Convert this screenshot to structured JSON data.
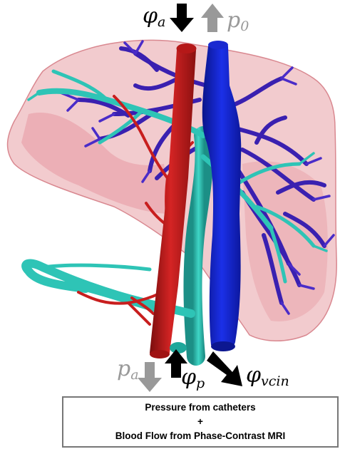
{
  "labels": {
    "phi_a": {
      "symbol": "φ",
      "sub": "a"
    },
    "p_0": {
      "symbol": "p",
      "sub": "0"
    },
    "p_a": {
      "symbol": "p",
      "sub": "a"
    },
    "phi_p": {
      "symbol": "φ",
      "sub": "p"
    },
    "phi_vcin": {
      "symbol": "φ",
      "sub": "vcin"
    }
  },
  "caption": {
    "line1": "Pressure from catheters",
    "line2": "+",
    "line3": "Blood Flow from Phase-Contrast MRI"
  },
  "colors": {
    "liver": "#e8a0a5",
    "aorta": "#c81e1e",
    "vena_cava": "#1426d6",
    "portal": "#2ec4b6",
    "hepatic": "#3a20b0",
    "arrow_black": "#000000",
    "arrow_gray": "#999999"
  }
}
